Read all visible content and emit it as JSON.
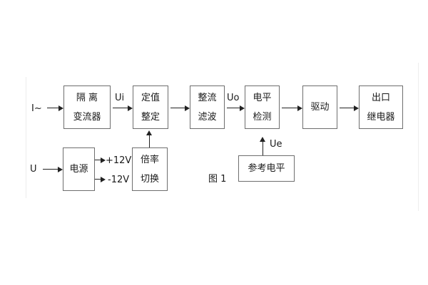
{
  "figure": {
    "caption": "图 1",
    "background_color": "#ffffff",
    "box_border_color": "#6e6e6e",
    "line_color": "#222222",
    "text_color": "#1a1a1a"
  },
  "nodes": {
    "isolation": {
      "line1": "隔 离",
      "line2": "变流器"
    },
    "setting": {
      "line1": "定值",
      "line2": "整定"
    },
    "rectifier": {
      "line1": "整流",
      "line2": "滤波"
    },
    "level_detect": {
      "line1": "电平",
      "line2": "检测"
    },
    "drive": {
      "line1": "驱动"
    },
    "output_relay": {
      "line1": "出口",
      "line2": "继电器"
    },
    "power": {
      "line1": "电源"
    },
    "ratio_switch": {
      "line1": "倍率",
      "line2": "切换"
    },
    "reference_level": {
      "line1": "参考电平"
    }
  },
  "labels": {
    "input_current": "I~",
    "ui": "Ui",
    "uo": "Uo",
    "input_voltage": "U",
    "plus_rail": "+12V",
    "minus_rail": "-12V",
    "ue": "Ue"
  }
}
